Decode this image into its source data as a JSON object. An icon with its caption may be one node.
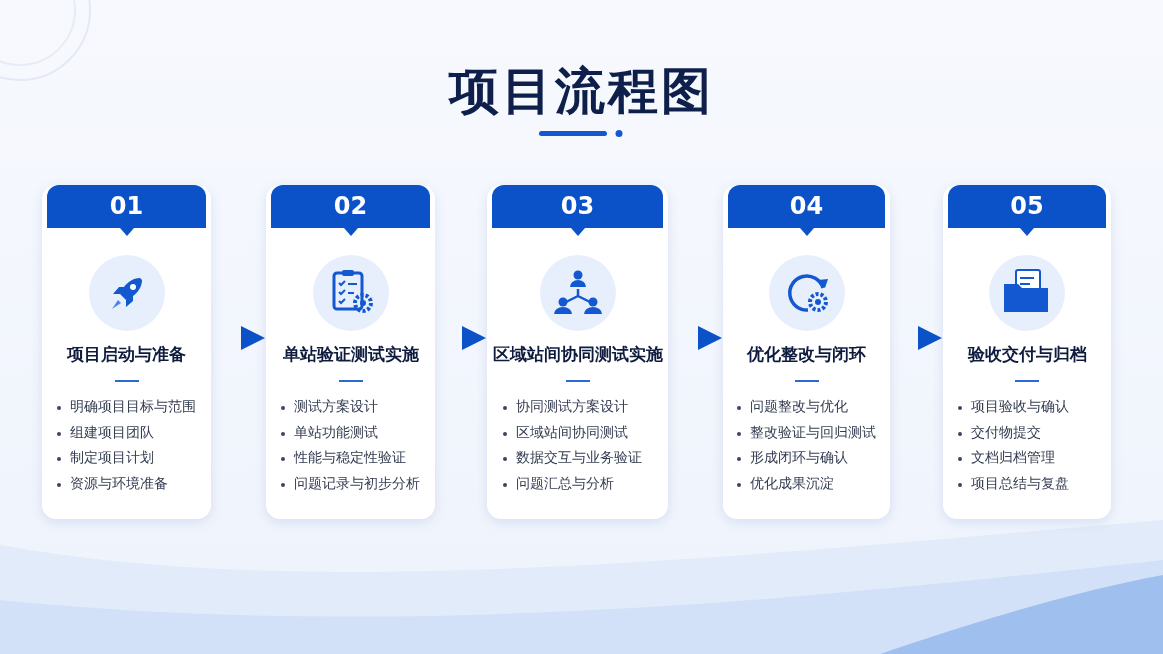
{
  "diagram": {
    "title": "项目流程图",
    "nodes": [
      {
        "text": [
          "01",
          "项目启动与准备",
          "明确项目目标与范围",
          "组建项目团队",
          "制定项目计划",
          "资源与环境准备"
        ]
      },
      {
        "text": [
          "02",
          "单站验证测试实施",
          "测试方案设计",
          "单站功能测试",
          "性能与稳定性验证",
          "问题记录与初步分析"
        ]
      },
      {
        "text": [
          "03",
          "区域站间协同测试实施",
          "协同测试方案设计",
          "区域站间协同测试",
          "数据交互与业务验证",
          "问题汇总与分析"
        ]
      },
      {
        "text": [
          "04",
          "优化整改与闭环",
          "问题整改与优化",
          "整改验证与回归测试",
          "形成闭环与确认",
          "优化成果沉淀"
        ]
      },
      {
        "text": [
          "05",
          "验收交付与归档",
          "项目验收与确认",
          "交付物提交",
          "文档归档管理",
          "项目总结与复盘"
        ]
      }
    ],
    "edges": [
      {
        "from": 0,
        "to": 1,
        "arrow": "to"
      },
      {
        "from": 1,
        "to": 2,
        "arrow": "to"
      },
      {
        "from": 2,
        "to": 3,
        "arrow": "to"
      },
      {
        "from": 3,
        "to": 4,
        "arrow": "to"
      }
    ]
  }
}
